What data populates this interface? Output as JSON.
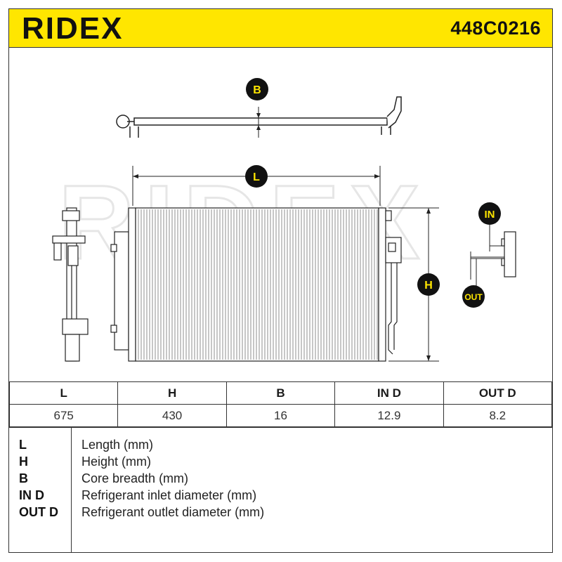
{
  "header": {
    "brand": "RIDEX",
    "part_number": "448C0216",
    "background_color": "#ffe600"
  },
  "drawing": {
    "watermark": "RIDEX",
    "labels": {
      "b": "B",
      "l": "L",
      "h": "H",
      "in": "IN",
      "out": "OUT"
    }
  },
  "dimensions": {
    "headers": [
      "L",
      "H",
      "B",
      "IN D",
      "OUT D"
    ],
    "values": [
      "675",
      "430",
      "16",
      "12.9",
      "8.2"
    ]
  },
  "legend": [
    {
      "abbr": "L",
      "desc": "Length (mm)"
    },
    {
      "abbr": "H",
      "desc": "Height (mm)"
    },
    {
      "abbr": "B",
      "desc": "Core breadth (mm)"
    },
    {
      "abbr": "IN D",
      "desc": "Refrigerant inlet diameter (mm)"
    },
    {
      "abbr": "OUT D",
      "desc": "Refrigerant outlet diameter (mm)"
    }
  ]
}
